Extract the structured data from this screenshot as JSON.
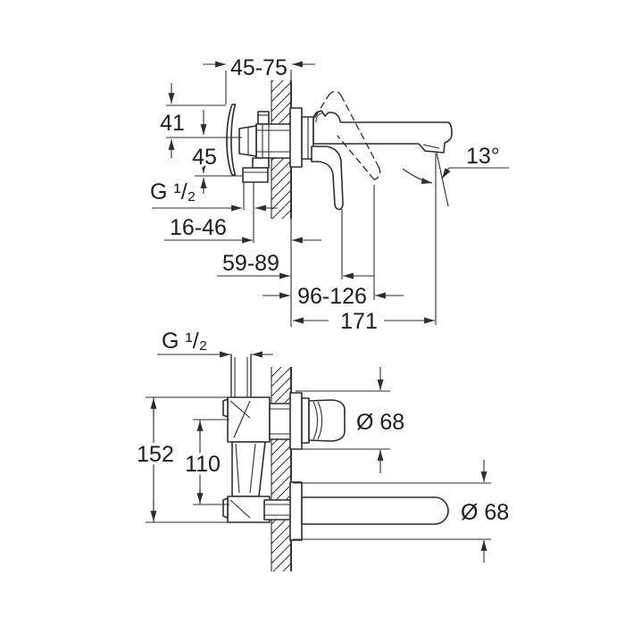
{
  "colors": {
    "line": "#2d2d2d",
    "text": "#1d1d1d",
    "background": "#ffffff"
  },
  "top_view": {
    "dims": {
      "depth_range": "45-75",
      "dim_41": "41",
      "dim_45": "45",
      "thread": "G ¹/₂",
      "range_16_46": "16-46",
      "range_59_89": "59-89",
      "range_96_126": "96-126",
      "projection": "171",
      "spout_angle": "13°"
    }
  },
  "bottom_view": {
    "dims": {
      "thread": "G ¹/₂",
      "dim_152": "152",
      "dim_110": "110",
      "escutcheon_top": "Ø 68",
      "escutcheon_bottom": "Ø 68"
    }
  }
}
